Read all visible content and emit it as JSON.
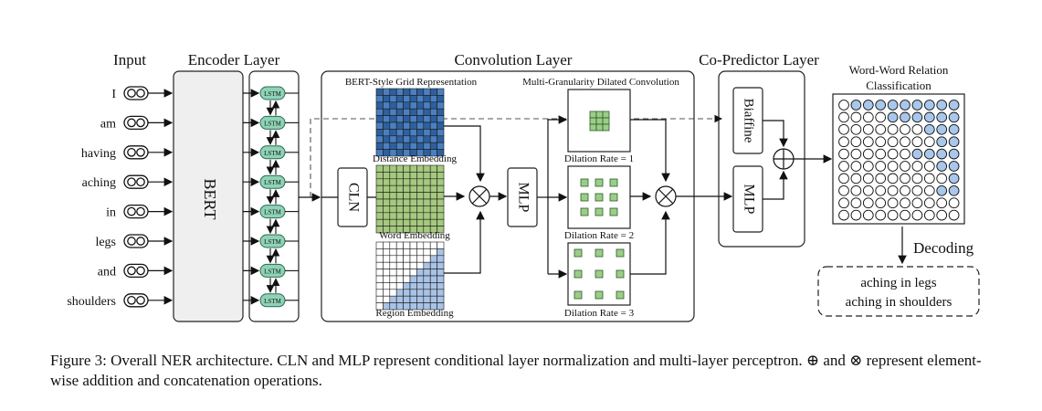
{
  "sections": {
    "input": "Input",
    "encoder": "Encoder Layer",
    "convolution": "Convolution Layer",
    "copredictor": "Co-Predictor Layer",
    "classification_line1": "Word-Word Relation",
    "classification_line2": "Classification"
  },
  "words": [
    "I",
    "am",
    "having",
    "aching",
    "in",
    "legs",
    "and",
    "shoulders"
  ],
  "blocks": {
    "bert": "BERT",
    "lstm": "LSTM",
    "cln": "CLN",
    "mlp": "MLP",
    "mlp2": "MLP",
    "biaffine": "Biaffine"
  },
  "labels": {
    "grid_rep": "BERT-Style Grid Representation",
    "dilated": "Multi-Granularity Dilated Convolution",
    "distance": "Distance Embedding",
    "word": "Word Embedding",
    "region": "Region Embedding",
    "dil1": "Dilation Rate = 1",
    "dil2": "Dilation Rate = 2",
    "dil3": "Dilation Rate = 3",
    "decoding": "Decoding"
  },
  "decoded": [
    "aching in legs",
    "aching in shoulders"
  ],
  "caption": "Figure 3: Overall NER architecture. CLN and MLP represent conditional layer normalization and multi-layer perceptron. ⊕ and ⊗ represent element-wise addition and concatenation operations.",
  "colors": {
    "distance_dark": "#2f5f9e",
    "distance_light": "#4a80c0",
    "word_green": "#a5c97e",
    "region_blue": "#a9c3e6",
    "lstm_green": "#8fd3b6",
    "conv_green": "#9ccd86",
    "classify_blue": "#a9c7ea"
  }
}
